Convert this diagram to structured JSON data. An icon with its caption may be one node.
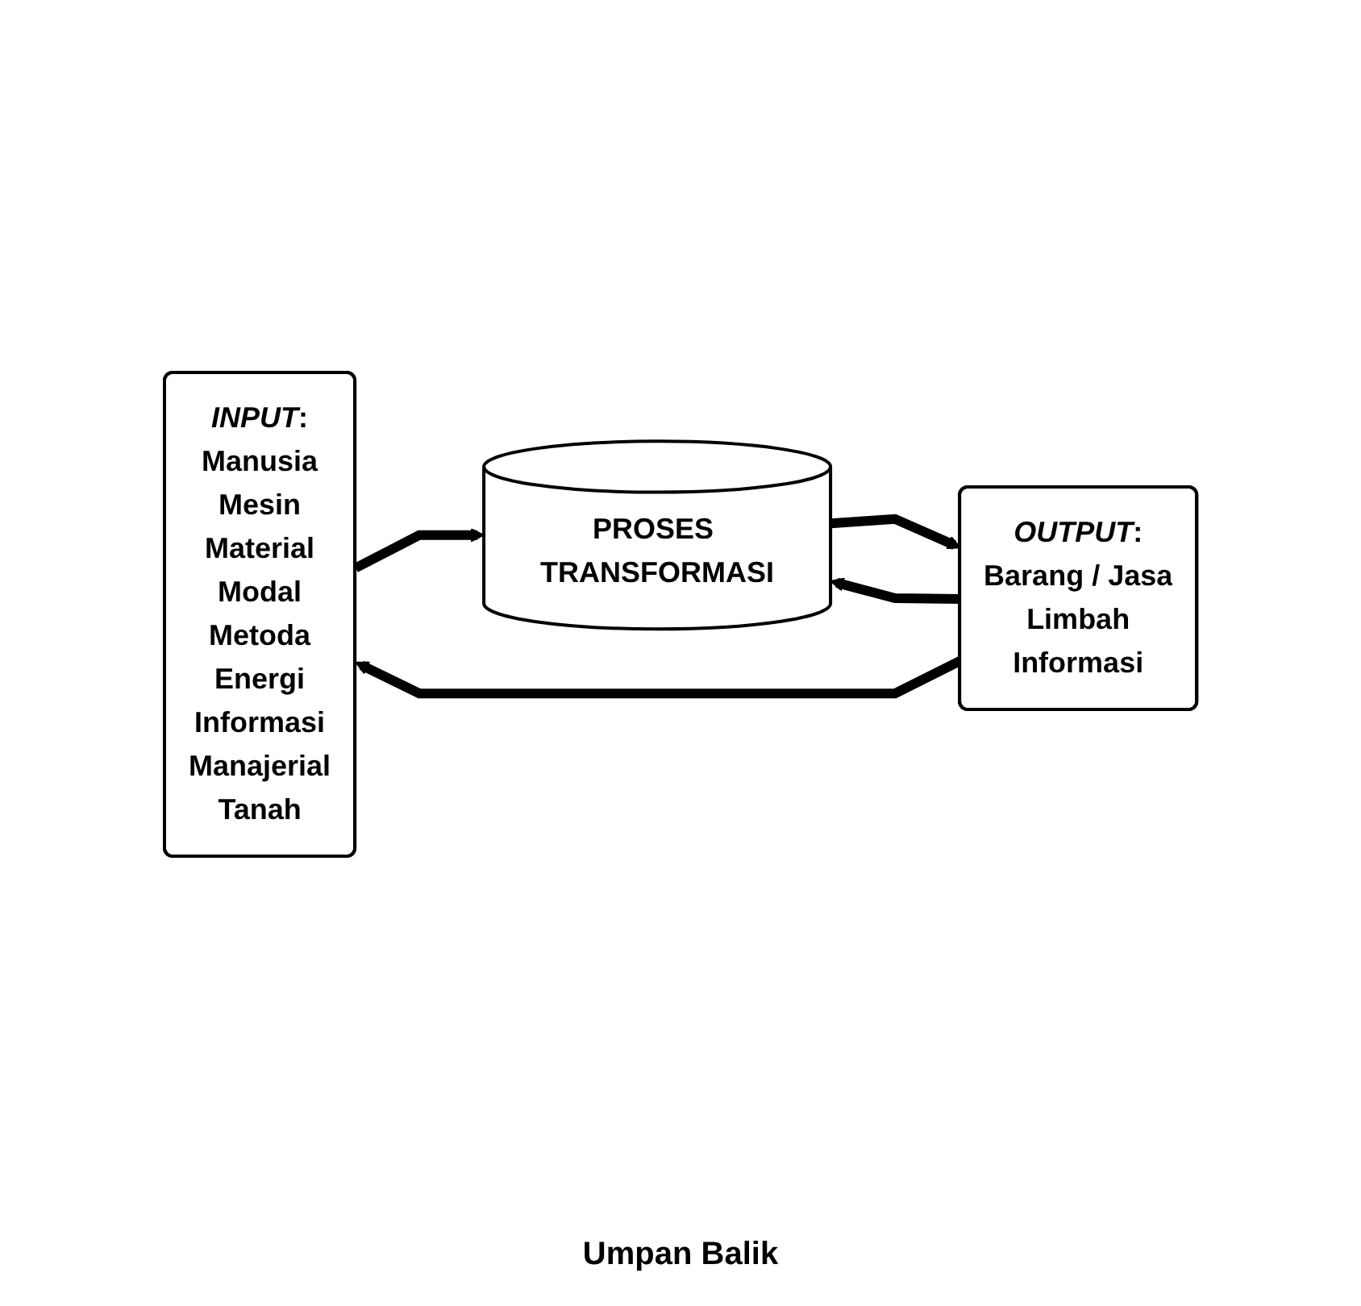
{
  "diagram": {
    "nodes": [
      {
        "text": [
          "*INPUT*:",
          "Manusia",
          "Mesin",
          "Material",
          "Modal",
          "Metoda",
          "Energi",
          "Informasi",
          "Manajerial",
          "Tanah"
        ]
      },
      {
        "text": [
          "PROSES TRANSFORMASI"
        ]
      },
      {
        "text": [
          "*OUTPUT*:",
          "Barang / Jasa",
          "Limbah",
          "Informasi"
        ]
      }
    ],
    "edges": [
      {
        "from": 0,
        "to": 1,
        "arrow": "to"
      },
      {
        "from": 1,
        "to": 2,
        "arrow": "to"
      },
      {
        "from": 2,
        "to": 0,
        "arrow": "to"
      },
      {
        "from": 2,
        "to": 1,
        "arrow": "to"
      }
    ],
    "labels": [
      "Umpan Balik"
    ]
  }
}
